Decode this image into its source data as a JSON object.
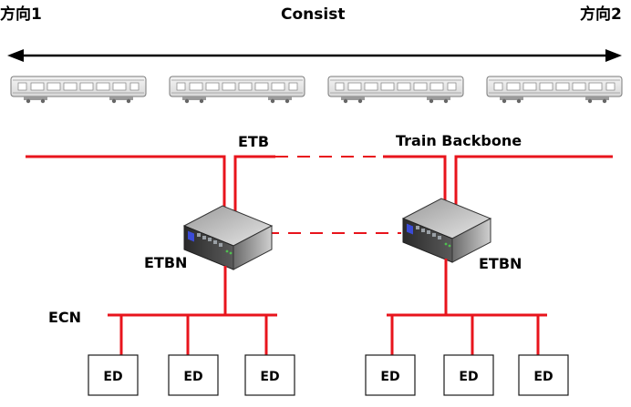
{
  "header": {
    "left_direction": "方向1",
    "title": "Consist",
    "right_direction": "方向2"
  },
  "labels": {
    "etb": "ETB",
    "train_backbone": "Train Backbone",
    "etbn": "ETBN",
    "ecn": "ECN",
    "ed": "ED"
  },
  "colors": {
    "network_line": "#e8141c",
    "arrow": "#000000"
  }
}
